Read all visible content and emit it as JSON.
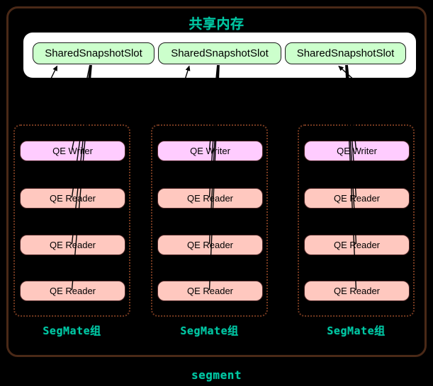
{
  "title": "共享内存",
  "segment_label": "segment",
  "shared_memory": {
    "slots": [
      "SharedSnapshotSlot",
      "SharedSnapshotSlot",
      "SharedSnapshotSlot"
    ]
  },
  "groups": [
    {
      "label": "SegMate组",
      "writer": "QE Writer",
      "readers": [
        "QE Reader",
        "QE Reader",
        "QE Reader"
      ]
    },
    {
      "label": "SegMate组",
      "writer": "QE Writer",
      "readers": [
        "QE Reader",
        "QE Reader",
        "QE Reader"
      ]
    },
    {
      "label": "SegMate组",
      "writer": "QE Writer",
      "readers": [
        "QE Reader",
        "QE Reader",
        "QE Reader"
      ]
    }
  ],
  "colors": {
    "background": "#000000",
    "outer_border": "#4a2917",
    "panel": "#ffffff",
    "slot_fill": "#ccffcc",
    "writer_fill": "#ffccff",
    "reader_fill": "#ffc8bf",
    "group_dashed_border": "#74391f",
    "teal_text": "#00c9a0",
    "connector_line": "#000000"
  }
}
